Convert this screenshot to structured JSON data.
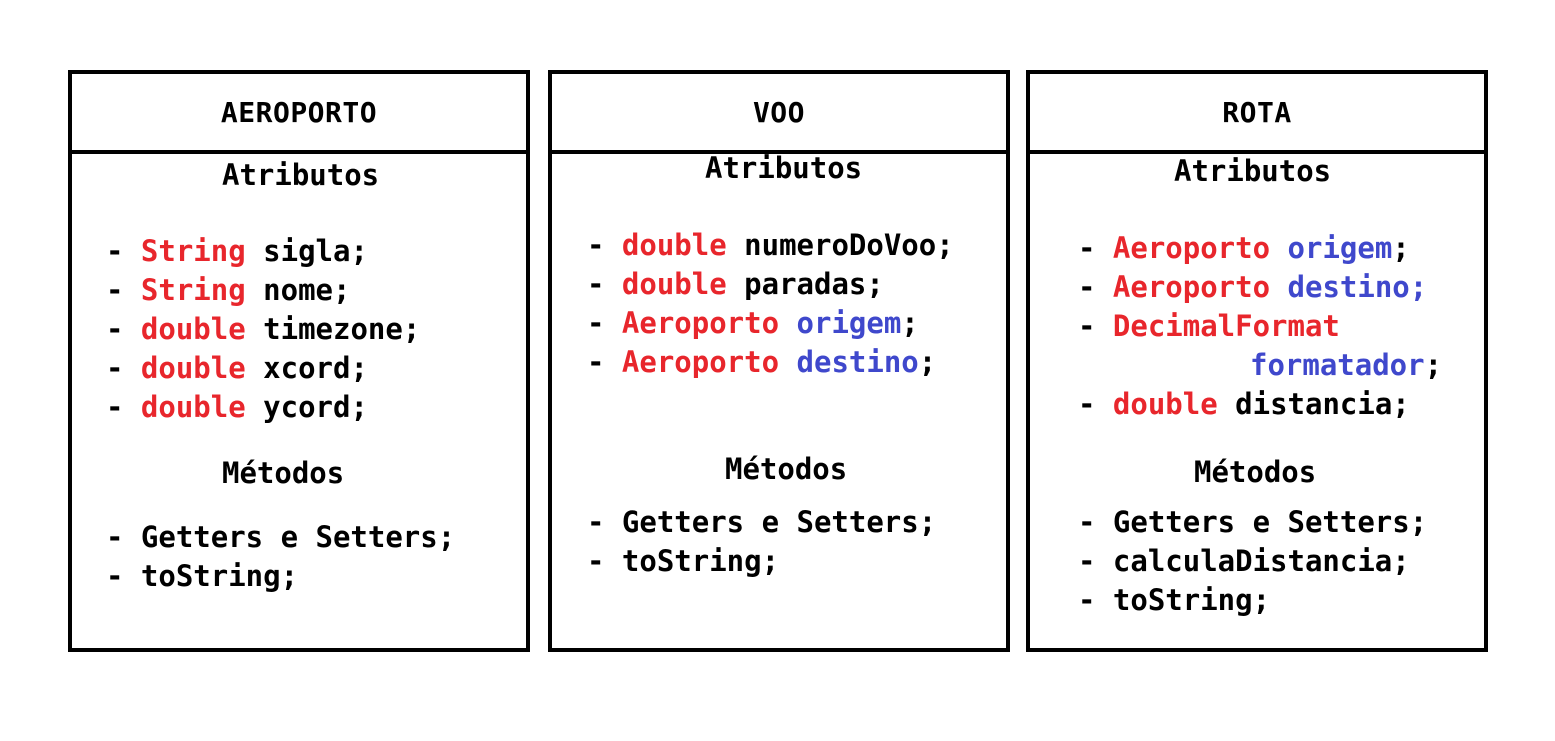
{
  "colors": {
    "type": "#e8262c",
    "reference": "#3f48cc",
    "text": "#000000"
  },
  "classes": [
    {
      "name": "AEROPORTO",
      "attributes_title": "Atributos",
      "attributes": [
        {
          "dash": "- ",
          "type": "String",
          "name": "sigla",
          "end": ";"
        },
        {
          "dash": "- ",
          "type": "String",
          "name": "nome",
          "end": ";"
        },
        {
          "dash": "- ",
          "type": "double",
          "name": "timezone",
          "end": ";"
        },
        {
          "dash": "- ",
          "type": "double",
          "name": "xcord",
          "end": ";"
        },
        {
          "dash": "- ",
          "type": "double",
          "name": "ycord",
          "end": ";"
        }
      ],
      "methods_title": "Métodos",
      "methods": [
        "- Getters e Setters;",
        "- toString;"
      ]
    },
    {
      "name": "VOO",
      "attributes_title": "Atributos",
      "attributes": [
        {
          "dash": "- ",
          "type": "double",
          "name": "numeroDoVoo",
          "end": ";"
        },
        {
          "dash": "- ",
          "type": "double",
          "name": "paradas",
          "end": ";"
        },
        {
          "dash": "- ",
          "type": "Aeroporto",
          "name": "origem",
          "end": ";"
        },
        {
          "dash": "- ",
          "type": "Aeroporto",
          "name": "destino",
          "end": ";"
        }
      ],
      "methods_title": "Métodos",
      "methods": [
        "- Getters e Setters;",
        "- toString;"
      ]
    },
    {
      "name": "ROTA",
      "attributes_title": "Atributos",
      "attributes": [
        {
          "dash": "- ",
          "type": "Aeroporto",
          "name": "origem",
          "end": ";"
        },
        {
          "dash": "- ",
          "type": "Aeroporto",
          "name": "destino;",
          "end": ""
        },
        {
          "dash": "- ",
          "type": "DecimalFormat",
          "name": "formatador",
          "end": ";"
        },
        {
          "dash": "- ",
          "type": "double",
          "name": "distancia",
          "end": ";"
        }
      ],
      "methods_title": "Métodos",
      "methods": [
        "- Getters e Setters;",
        "- calculaDistancia;",
        "- toString;"
      ]
    }
  ]
}
